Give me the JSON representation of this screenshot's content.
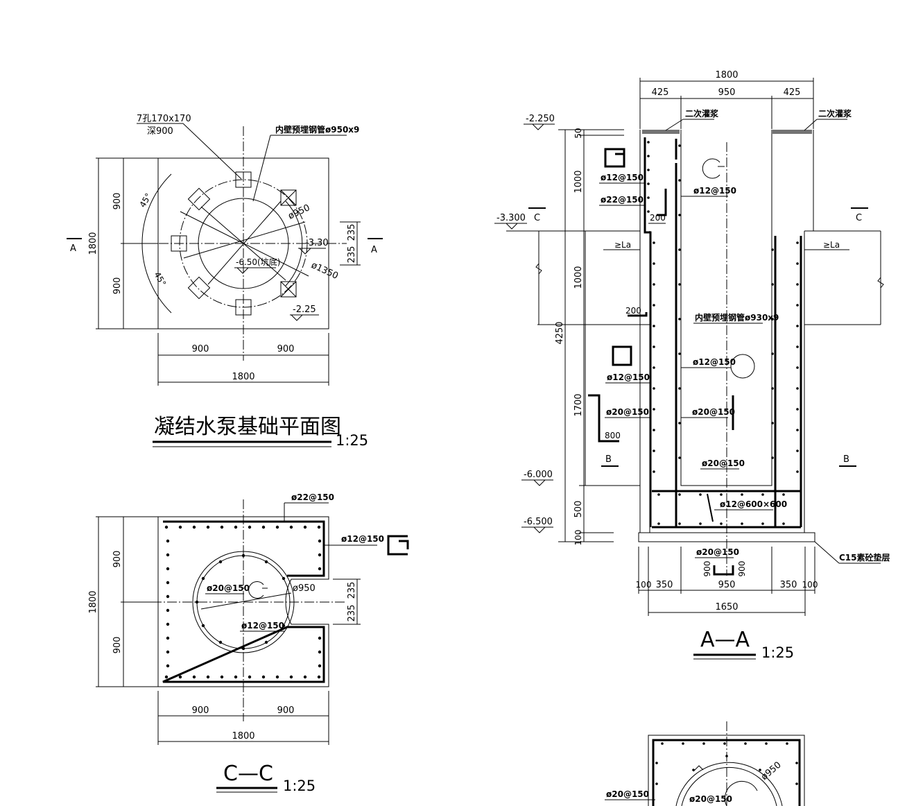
{
  "plan": {
    "title": "凝结水泵基础平面图",
    "scale": "1:25",
    "holes_note_1": "7孔170x170",
    "holes_note_2": "深900",
    "pipe_note": "内壁预埋钢管ø950x9",
    "dim_900": "900",
    "dim_1800": "1800",
    "dim_235": "235",
    "dia_950": "ø950",
    "dia_1350": "ø1350",
    "lvl_neg330": "-3.30",
    "lvl_neg650": "-6.50(坑底)",
    "lvl_neg225": "-2.25",
    "angle_45": "45°",
    "section_a": "A"
  },
  "cc": {
    "title": "C—C",
    "scale": "1:25",
    "rebar_22": "ø22@150",
    "rebar_12": "ø12@150",
    "rebar_20": "ø20@150",
    "dia_950": "ø950",
    "dim_900": "900",
    "dim_1800": "1800",
    "dim_235": "235"
  },
  "aa": {
    "title": "A—A",
    "scale": "1:25",
    "dim_1800": "1800",
    "dim_425": "425",
    "dim_950": "950",
    "grout": "二次灌浆",
    "lvl_neg2250": "-2.250",
    "lvl_neg3300": "-3.300",
    "lvl_neg6000": "-6.000",
    "lvl_neg6500": "-6.500",
    "dim_50": "50",
    "dim_1000": "1000",
    "dim_4250": "4250",
    "dim_1700": "1700",
    "dim_500": "500",
    "dim_100": "100",
    "dim_200": "200",
    "dim_800": "800",
    "la": "≥La",
    "rebar_12": "ø12@150",
    "rebar_22": "ø22@150",
    "rebar_20": "ø20@150",
    "rebar_mesh": "ø12@600×600",
    "pipe_note": "内壁预埋钢管ø930x9",
    "cushion": "C15素砼垫层",
    "dim_350": "350",
    "dim_1650": "1650",
    "dim_900": "900",
    "section_b": "B",
    "section_c": "C"
  },
  "bb": {
    "rebar_20": "ø20@150",
    "dia_950": "ø950"
  }
}
